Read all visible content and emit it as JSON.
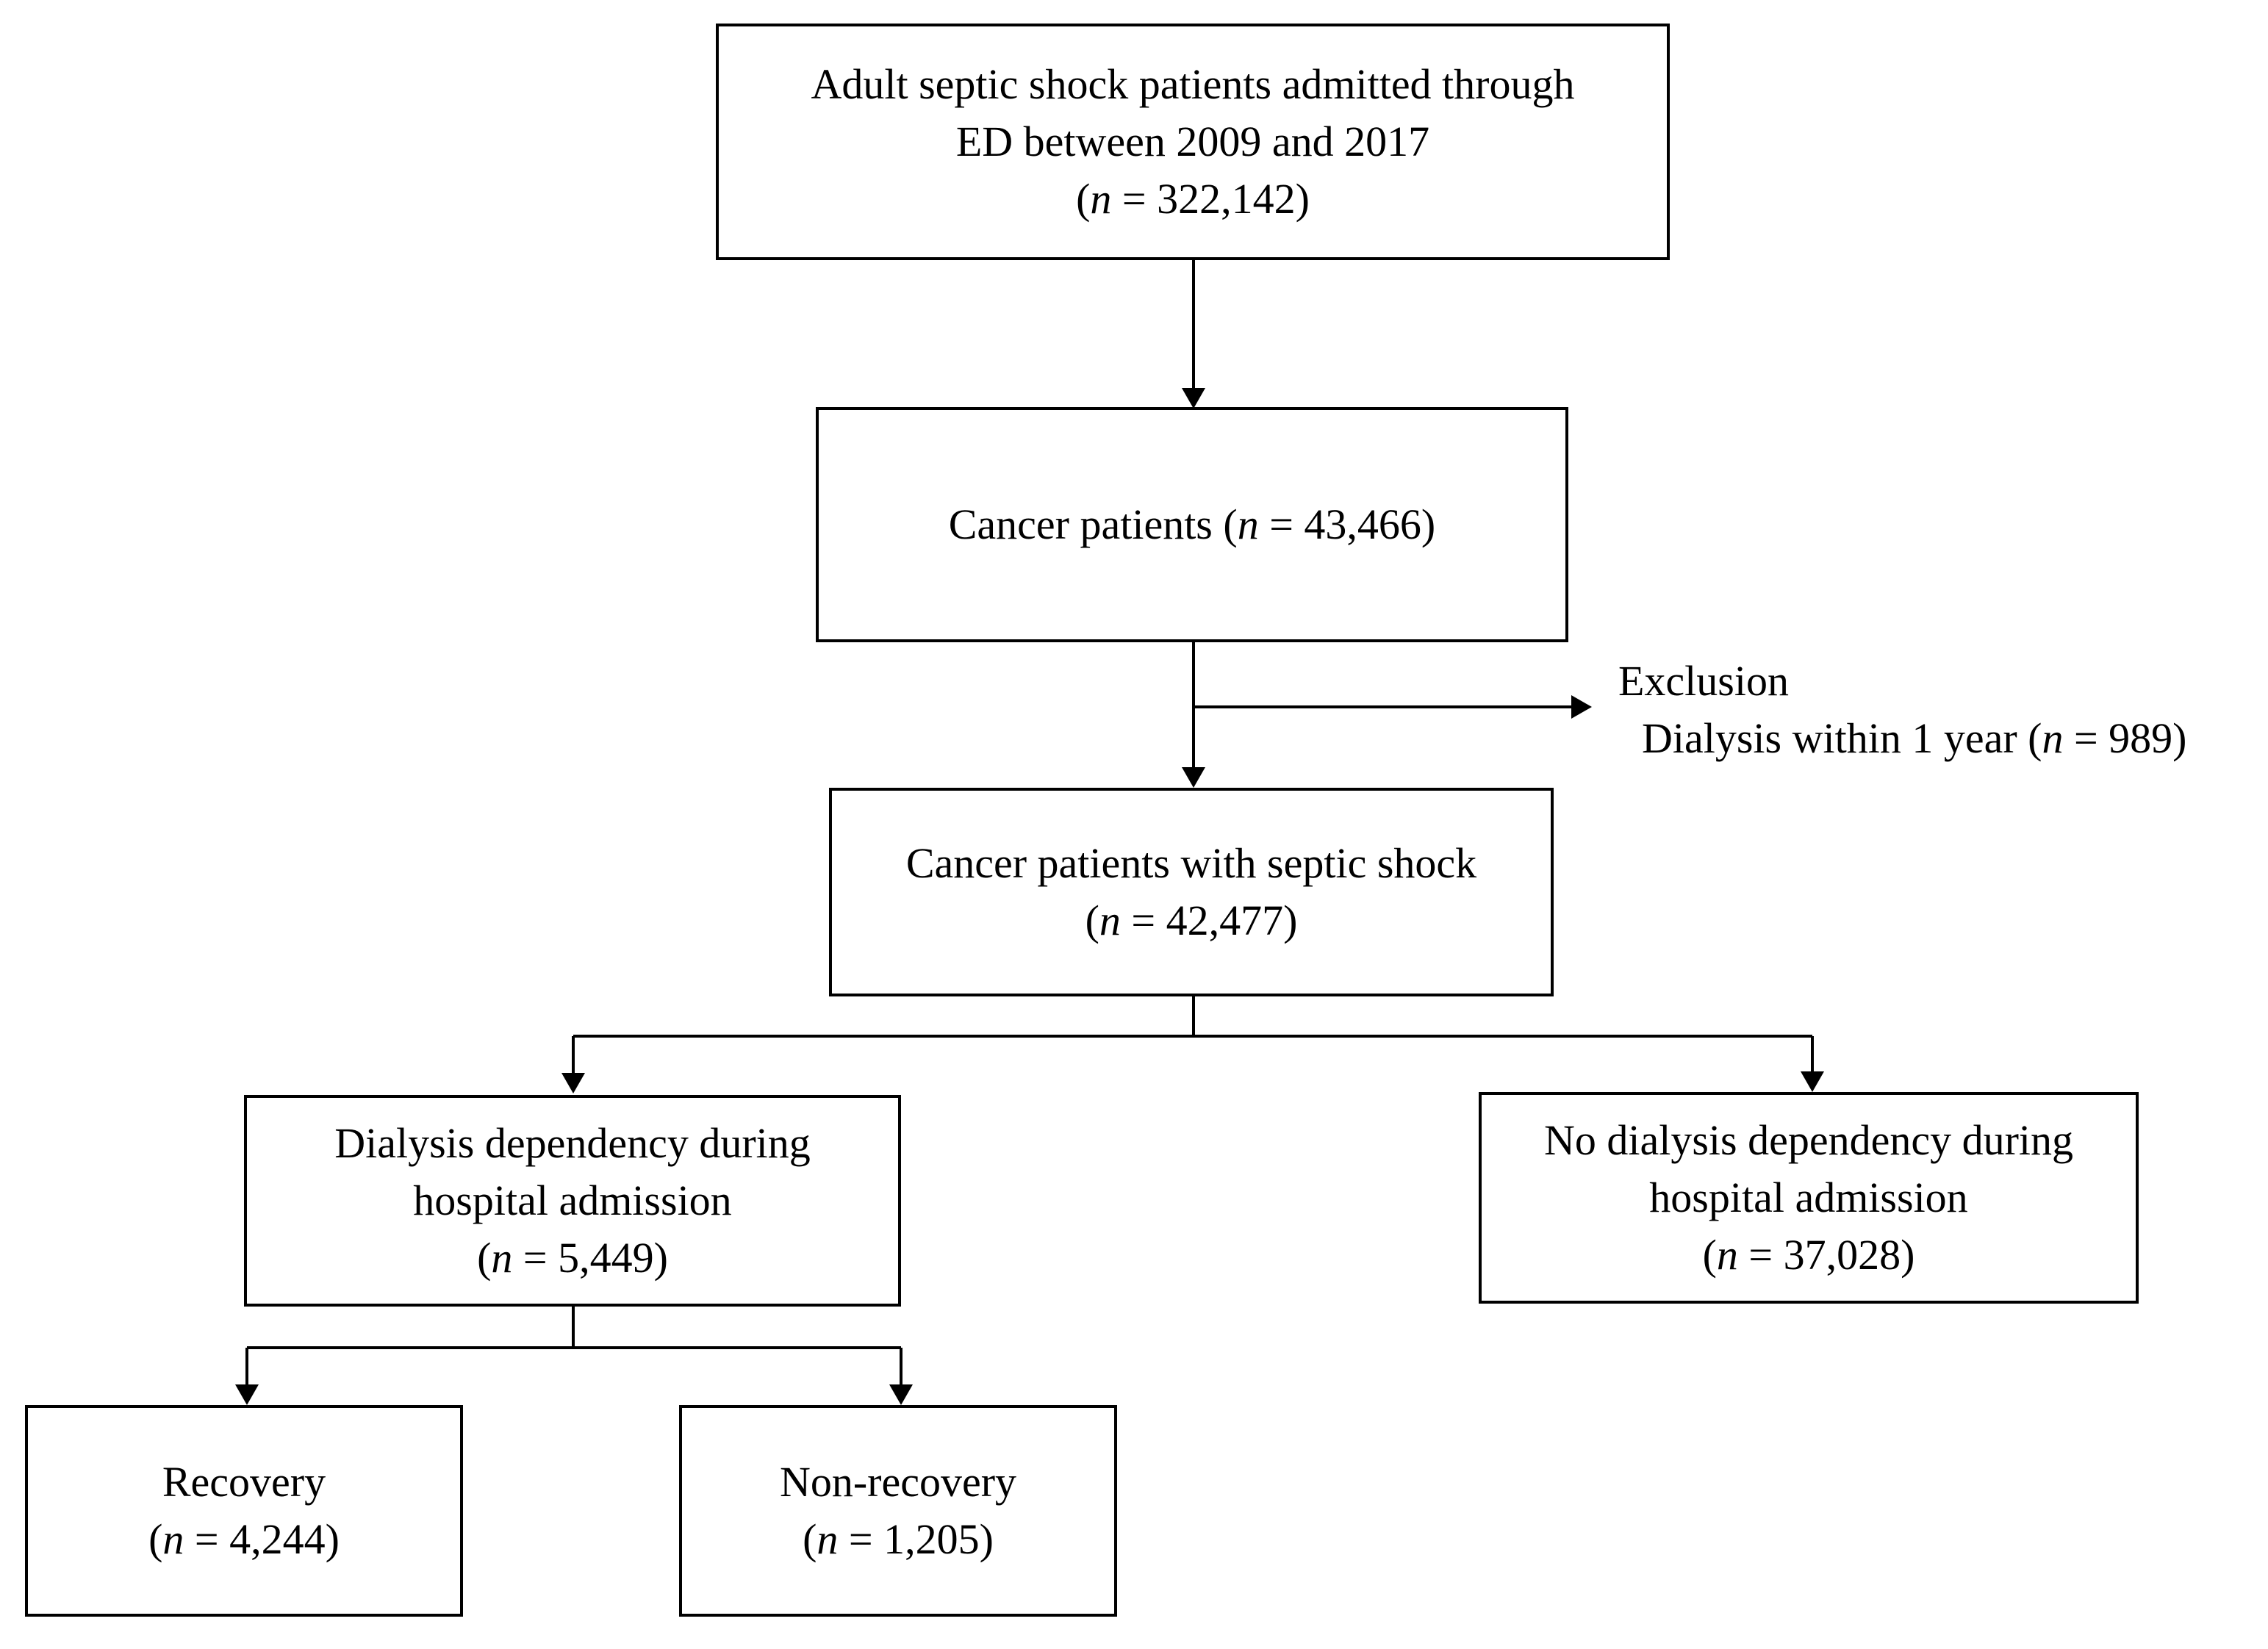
{
  "boxes": {
    "all_patients": {
      "lines": [
        "Adult septic shock patients admitted through",
        "ED between 2009 and 2017"
      ],
      "n_open": "(",
      "n_var": "n",
      "n_value": " = 322,142)"
    },
    "cancer_patients": {
      "label": "Cancer patients (",
      "n_var": "n",
      "n_value": " = 43,466)"
    },
    "cancer_septic": {
      "lines": [
        "Cancer patients with septic shock"
      ],
      "n_open": "(",
      "n_var": "n",
      "n_value": " = 42,477)"
    },
    "dialysis_dependency": {
      "lines": [
        "Dialysis dependency during",
        "hospital admission"
      ],
      "n_open": "(",
      "n_var": "n",
      "n_value": " = 5,449)"
    },
    "no_dialysis_dependency": {
      "lines": [
        "No dialysis dependency during",
        "hospital admission"
      ],
      "n_open": "(",
      "n_var": "n",
      "n_value": " = 37,028)"
    },
    "recovery": {
      "lines": [
        "Recovery"
      ],
      "n_open": "(",
      "n_var": "n",
      "n_value": " = 4,244)"
    },
    "non_recovery": {
      "lines": [
        "Non-recovery"
      ],
      "n_open": "(",
      "n_var": "n",
      "n_value": " = 1,205)"
    }
  },
  "exclusion": {
    "title": "Exclusion",
    "detail_prefix": "Dialysis within 1 year (",
    "n_var": "n",
    "n_value": " = 989)"
  },
  "colors": {
    "stroke": "#000000",
    "background": "#ffffff"
  }
}
